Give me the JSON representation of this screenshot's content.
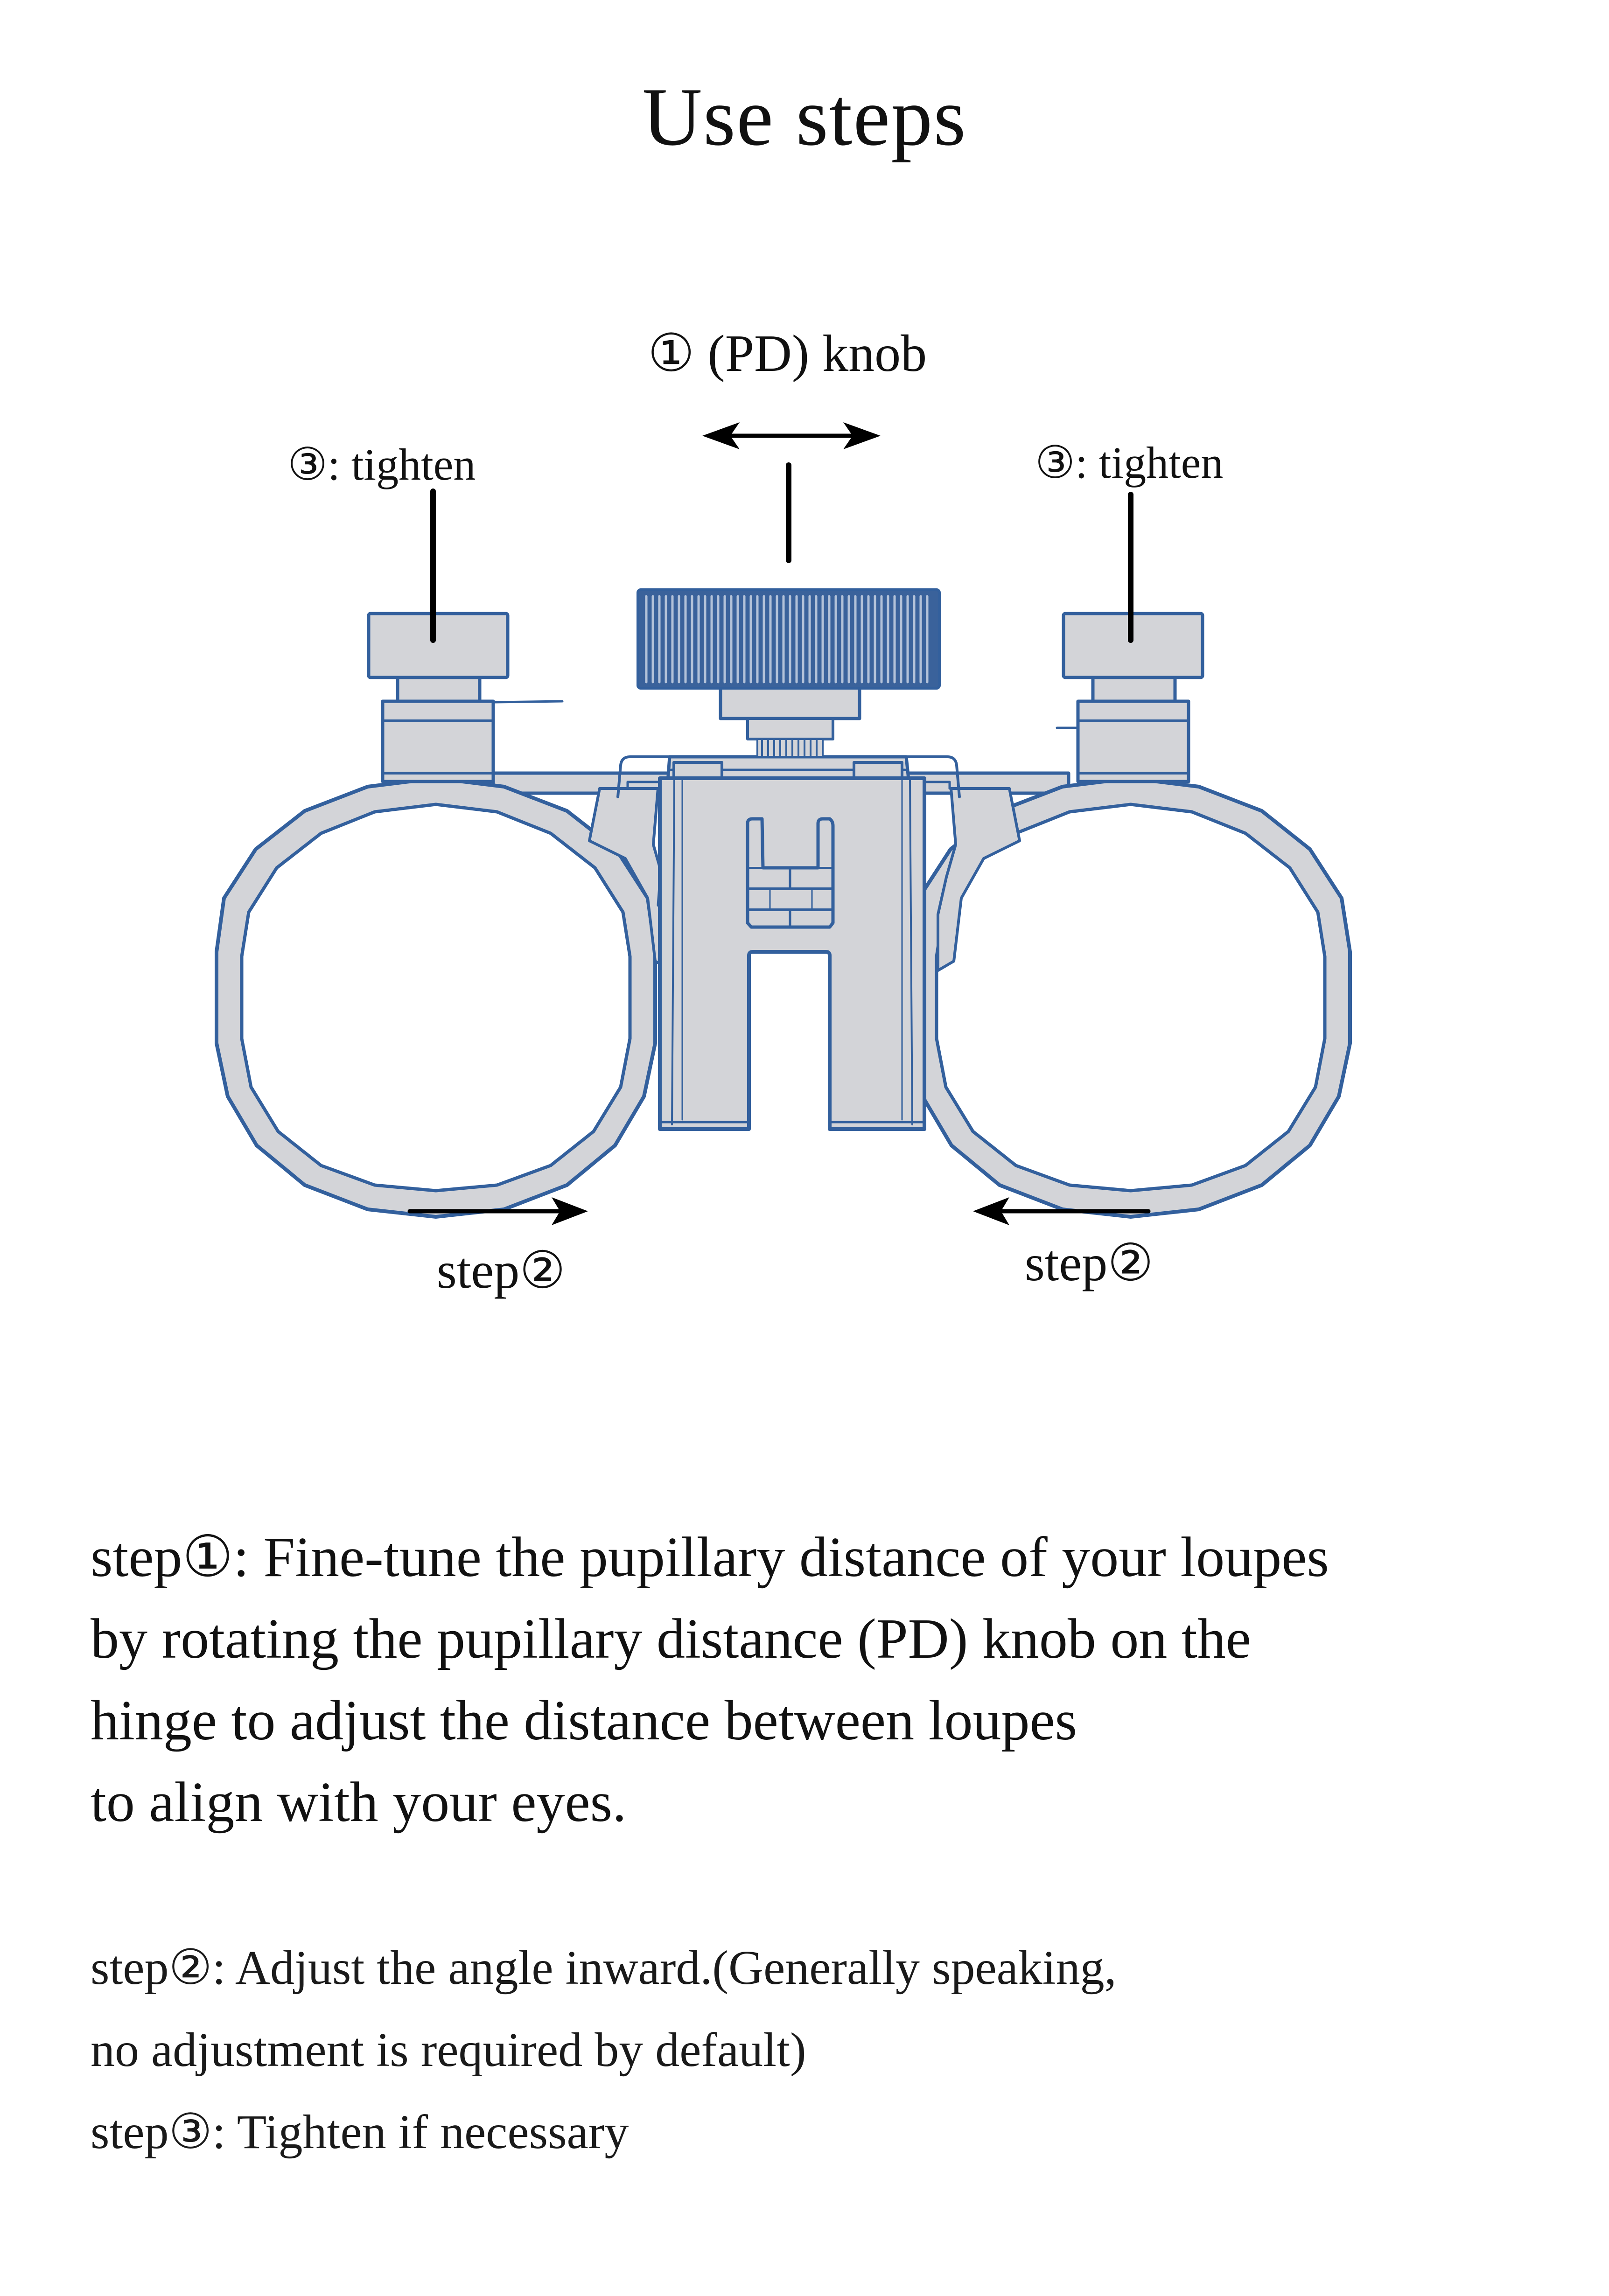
{
  "title": "Use steps",
  "diagram": {
    "subject": "loupe hinge with two lens barrels",
    "labels": {
      "pd_knob": "① (PD) knob",
      "tighten_left": "③:  tighten",
      "tighten_right": "③:  tighten",
      "step2_left": "step②",
      "step2_right": "step②"
    },
    "arrows": {
      "pd_knob": "double-headed horizontal (left-right)",
      "step2_left": "pointing right (inward)",
      "step2_right": "pointing left (inward)"
    },
    "colors": {
      "fill": "#d3d4d8",
      "outline": "#33609d",
      "knob": "#3a629b",
      "pointer": "#000000"
    }
  },
  "instructions": {
    "step1": [
      "step①:  Fine-tune the pupillary distance of your loupes",
      "by rotating the pupillary distance (PD) knob on the",
      "hinge to adjust the distance between loupes",
      "to align with your eyes."
    ],
    "step2": [
      "step②:  Adjust the angle inward.(Generally speaking,",
      "no adjustment is required by default)"
    ],
    "step3": "step③:  Tighten if necessary"
  }
}
